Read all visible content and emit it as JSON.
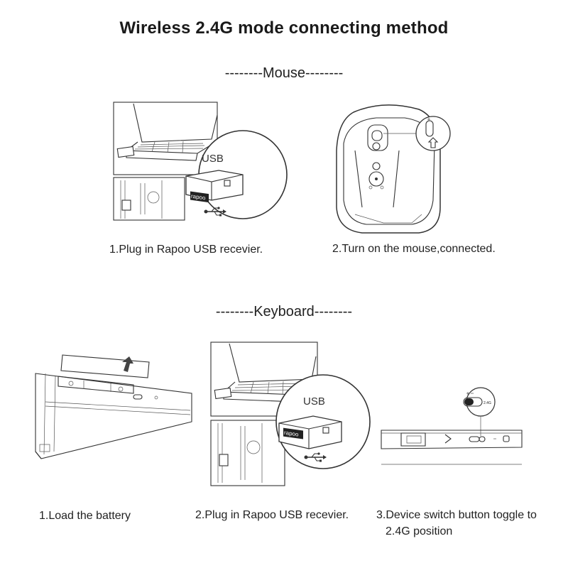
{
  "title": "Wireless 2.4G mode connecting method",
  "sections": {
    "mouse": "--------Mouse--------",
    "keyboard": "--------Keyboard--------"
  },
  "mouse_steps": [
    "1.Plug in Rapoo USB recevier.",
    "2.Turn on the mouse,connected."
  ],
  "keyboard_steps": [
    "1.Load the battery",
    "2.Plug in Rapoo USB recevier.",
    "3.Device switch button toggle to",
    "2.4G position"
  ],
  "labels": {
    "usb": "USB",
    "brand": "rapoo",
    "switch_mark": "2.4G"
  }
}
